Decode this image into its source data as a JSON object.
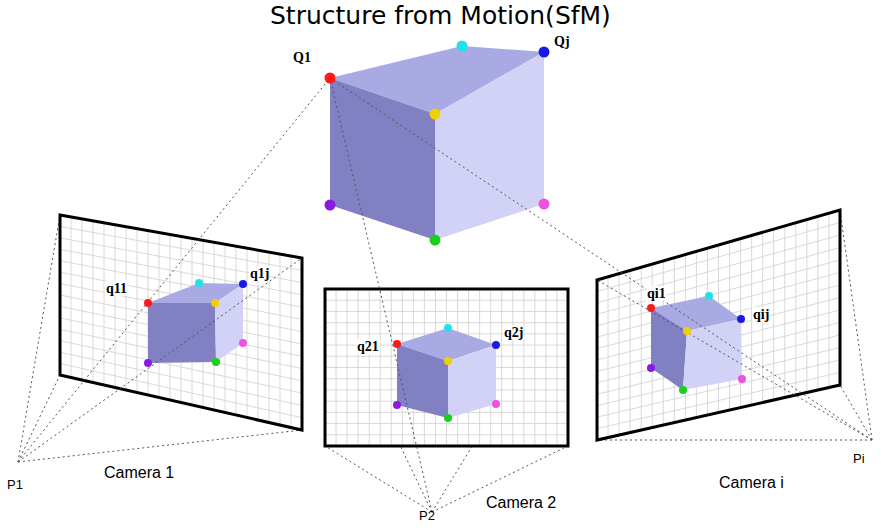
{
  "diagram": {
    "title": "Structure from Motion(SfM)",
    "labels": [
      "Q1",
      "Qj",
      "q11",
      "q1j",
      "q21",
      "q2j",
      "qi1",
      "qij",
      "P1",
      "Camera 1",
      "P2",
      "Camera 2",
      "Camera i",
      "Pi"
    ]
  }
}
